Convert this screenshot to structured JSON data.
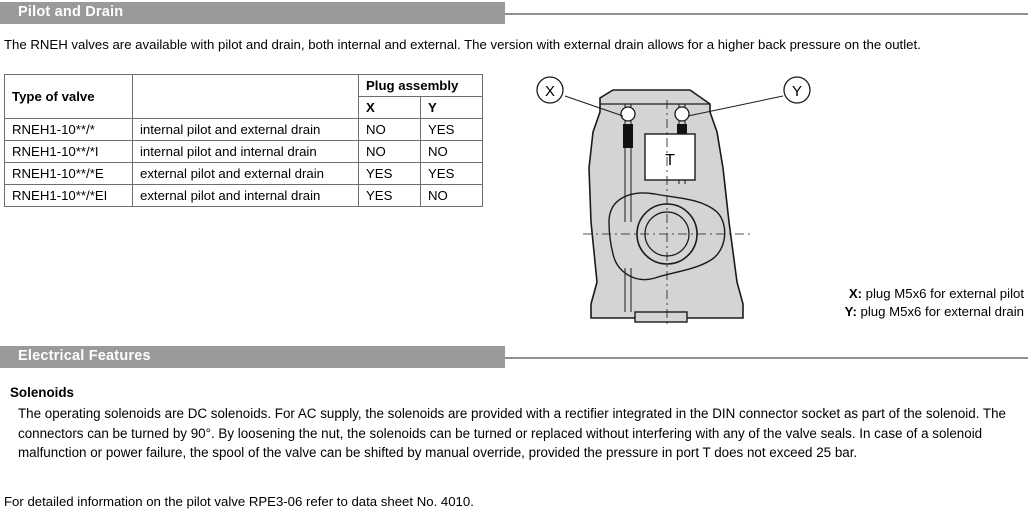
{
  "sections": {
    "pilot_and_drain": {
      "title": "Pilot and Drain",
      "intro": "The RNEH valves are available with pilot and drain, both internal and external. The version with external drain allows for a higher back pressure on the outlet.",
      "table": {
        "headers": {
          "type_of_valve": "Type of valve",
          "plug_assembly": "Plug assembly",
          "x": "X",
          "y": "Y"
        },
        "rows": [
          {
            "type": "RNEH1-10**/*",
            "description": "internal pilot and external drain",
            "x": "NO",
            "y": "YES"
          },
          {
            "type": "RNEH1-10**/*I",
            "description": "internal pilot and internal drain",
            "x": "NO",
            "y": "NO"
          },
          {
            "type": "RNEH1-10**/*E",
            "description": "external pilot and external drain",
            "x": "YES",
            "y": "YES"
          },
          {
            "type": "RNEH1-10**/*EI",
            "description": "external pilot and internal drain",
            "x": "YES",
            "y": "NO"
          }
        ]
      },
      "drawing": {
        "callout_left": "X",
        "callout_right": "Y",
        "port_label": "T"
      },
      "notes": [
        {
          "key": "X:",
          "text": " plug M5x6 for external pilot"
        },
        {
          "key": "Y:",
          "text": " plug M5x6 for external drain"
        }
      ]
    },
    "electrical_features": {
      "title": "Electrical Features",
      "subtitle": "Solenoids",
      "body": "The operating solenoids are DC solenoids. For AC supply, the solenoids are provided with a rectifier integrated in the DIN connector socket as part of the solenoid. The connectors can be turned by 90°. By loosening the nut, the solenoids can be turned or replaced without interfering with any of the valve seals. In case of a solenoid malfunction or power failure, the spool of the valve can be shifted by manual override, provided the pressure in port T does not exceed 25 bar.",
      "footer": "For detailed information on the pilot valve RPE3-06 refer to data sheet No. 4010."
    }
  },
  "colors": {
    "bar_background": "#9a9a9a",
    "bar_text": "#ffffff",
    "table_border": "#6e6e6e",
    "drawing_fill": "#d4d4d4",
    "drawing_stroke": "#1a1a1a"
  }
}
